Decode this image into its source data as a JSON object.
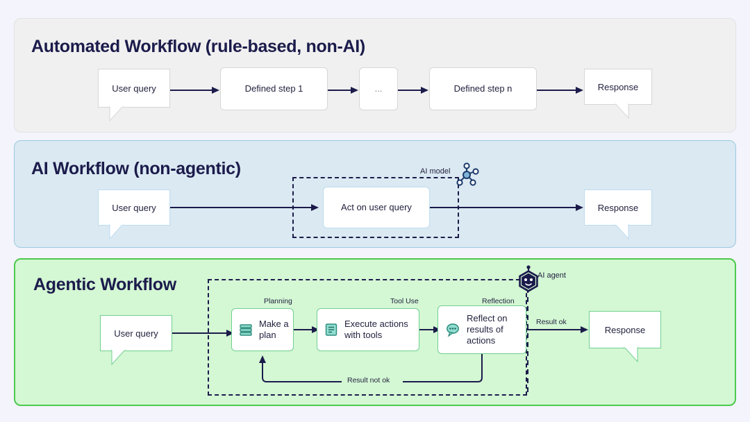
{
  "page": {
    "background": "#f3f4fc",
    "accent_navy": "#1b1b4b",
    "accent_teal": "#57c3b0",
    "accent_green": "#4cc94c"
  },
  "panels": [
    {
      "id": "automated",
      "title": "Automated Workflow (rule-based, non-AI)",
      "bg": "#f0f0f0",
      "nodes": [
        {
          "name": "user-query-bubble",
          "label": "User query"
        },
        {
          "name": "defined-step-1-box",
          "label": "Defined step 1"
        },
        {
          "name": "ellipsis-box",
          "label": "..."
        },
        {
          "name": "defined-step-n-box",
          "label": "Defined step n"
        },
        {
          "name": "response-bubble",
          "label": "Response"
        }
      ]
    },
    {
      "id": "ai-workflow",
      "title": "AI Workflow (non-agentic)",
      "bg": "#dbe9f2",
      "nodes": [
        {
          "name": "user-query-bubble",
          "label": "User query"
        },
        {
          "name": "act-on-user-query-box",
          "label": "Act on user query"
        },
        {
          "name": "response-bubble",
          "label": "Response"
        }
      ],
      "ai_model_label": "AI model",
      "ai_model_icon": "network-node-icon"
    },
    {
      "id": "agentic",
      "title": "Agentic Workflow",
      "bg": "#d4f7d4",
      "nodes": [
        {
          "name": "user-query-bubble",
          "label": "User query"
        },
        {
          "name": "make-a-plan-box",
          "label": "Make a plan",
          "caption": "Planning",
          "icon": "stacked-layers-icon"
        },
        {
          "name": "execute-actions-box",
          "label": "Execute actions with tools",
          "caption": "Tool Use",
          "icon": "document-lines-icon"
        },
        {
          "name": "reflect-box",
          "label": "Reflect on results of actions",
          "caption": "Reflection",
          "icon": "chat-dots-icon"
        },
        {
          "name": "response-bubble",
          "label": "Response"
        }
      ],
      "ai_agent_label": "AI agent",
      "ai_agent_icon": "robot-hexagon-icon",
      "edge_labels": {
        "result_ok": "Result ok",
        "result_not_ok": "Result not ok"
      }
    }
  ]
}
